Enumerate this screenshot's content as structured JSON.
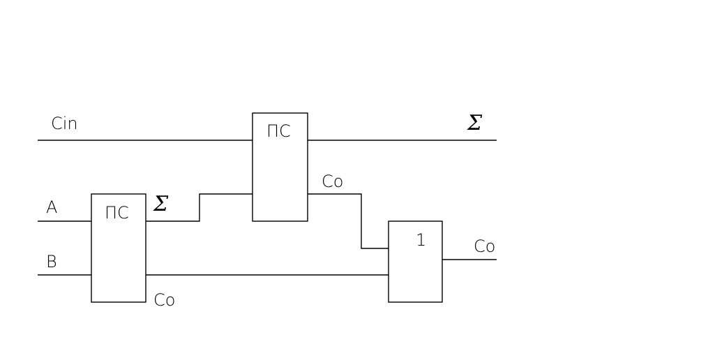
{
  "diagram": {
    "inputs": {
      "cin": "Cin",
      "a": "A",
      "b": "B"
    },
    "half_adder_1": {
      "label": "ПС",
      "sum_label": "Σ",
      "carry_label": "Co"
    },
    "half_adder_2": {
      "label": "ПС",
      "carry_label": "Co"
    },
    "or_gate": {
      "label": "1"
    },
    "outputs": {
      "sum": "Σ",
      "carry": "Co"
    }
  }
}
